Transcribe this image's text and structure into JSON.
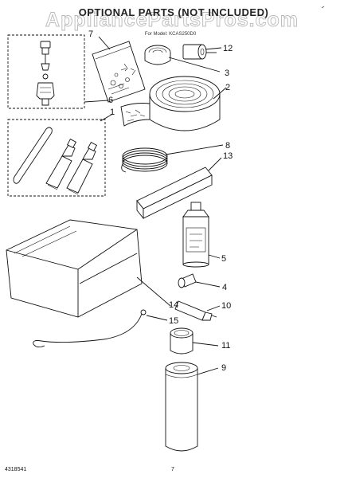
{
  "header": {
    "title": "OPTIONAL PARTS (NOT INCLUDED)",
    "subtitle": "For Model: KCAS250D0",
    "watermark": "AppliancePartsPros.com"
  },
  "callouts": [
    {
      "id": "c1",
      "label": "1"
    },
    {
      "id": "c2",
      "label": "2"
    },
    {
      "id": "c3",
      "label": "3"
    },
    {
      "id": "c4",
      "label": "4"
    },
    {
      "id": "c5",
      "label": "5"
    },
    {
      "id": "c6",
      "label": "6"
    },
    {
      "id": "c7",
      "label": "7"
    },
    {
      "id": "c8",
      "label": "8"
    },
    {
      "id": "c9",
      "label": "9"
    },
    {
      "id": "c10",
      "label": "10"
    },
    {
      "id": "c11",
      "label": "11"
    },
    {
      "id": "c12",
      "label": "12"
    },
    {
      "id": "c13",
      "label": "13"
    },
    {
      "id": "c14",
      "label": "14"
    },
    {
      "id": "c15",
      "label": "15"
    }
  ],
  "footer": {
    "doc_number": "4318541",
    "page_number": "7"
  }
}
